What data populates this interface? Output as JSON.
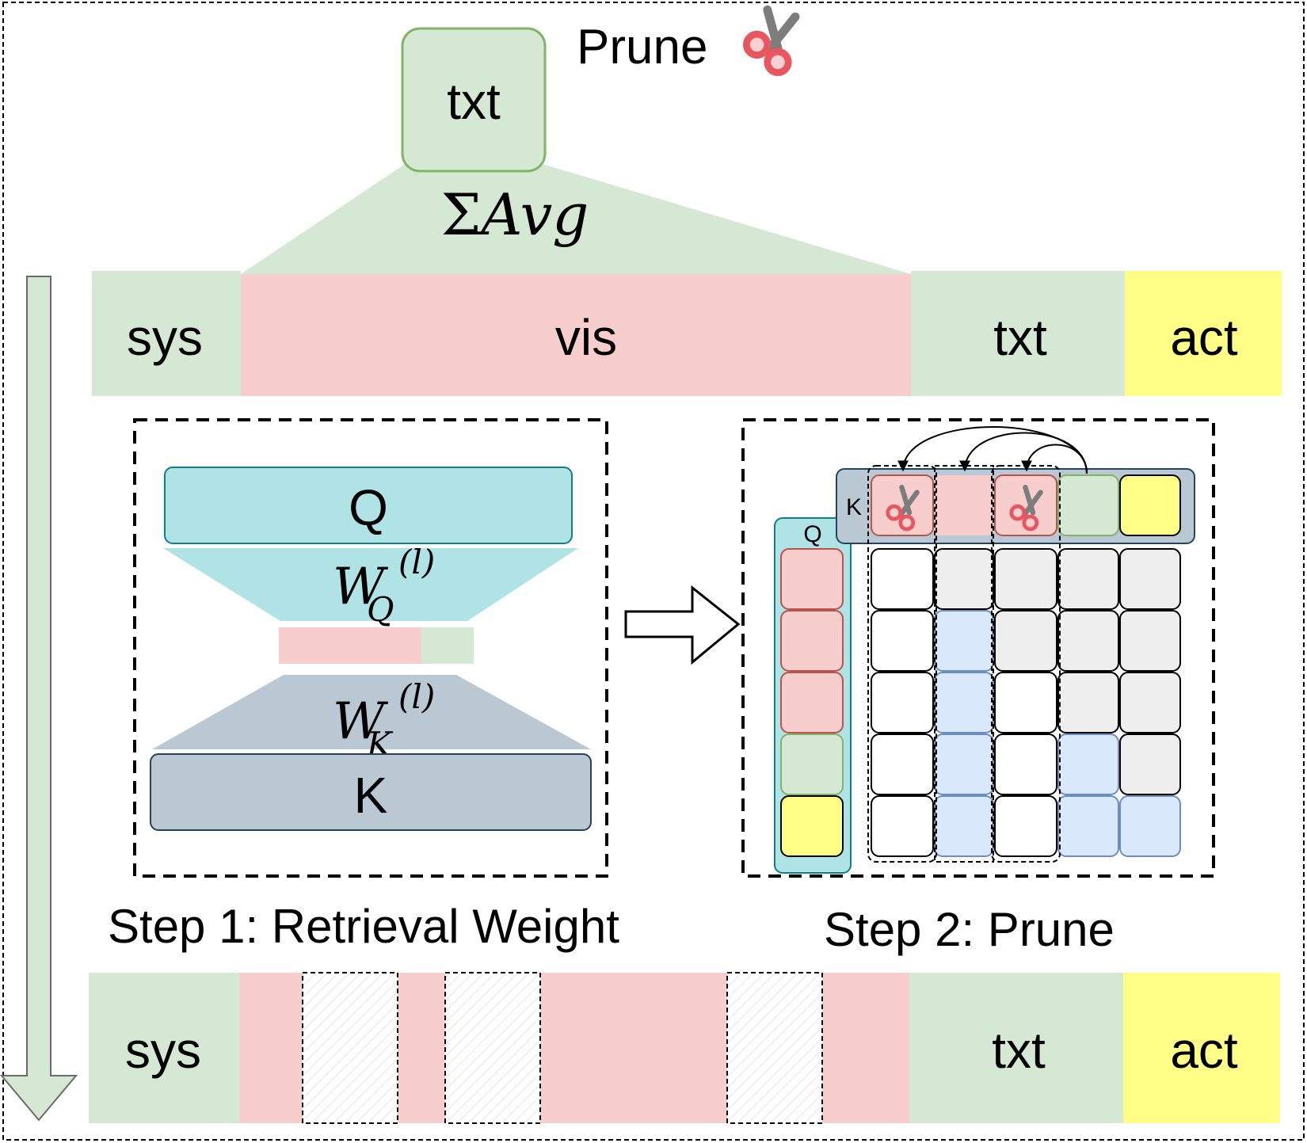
{
  "colors": {
    "green_fill": "#d5e8d4",
    "green_stroke": "#82b366",
    "red_fill": "#f8cecc",
    "red_stroke": "#b85450",
    "yellow_fill": "#ffff88",
    "teal_fill": "#b0e3e6",
    "teal_stroke": "#0e8088",
    "slate_fill": "#bac8d3",
    "slate_stroke": "#23445d",
    "blue_fill": "#dae8fc",
    "blue_stroke": "#6c8ebf",
    "gray_fill": "#eeeeee",
    "scissors_red": "#e8565f"
  },
  "header": {
    "prune_label": "Prune",
    "prune_icon": "scissors-icon"
  },
  "aggregate": {
    "token_label": "txt",
    "formula_sigma": "Σ",
    "formula_text": "Avg"
  },
  "top_sequence": {
    "sys": "sys",
    "vis": "vis",
    "txt": "txt",
    "act": "act"
  },
  "step1": {
    "q_label": "Q",
    "k_label": "K",
    "wq_main": "W",
    "wq_sub": "Q",
    "wq_sup": "(l)",
    "wk_main": "W",
    "wk_sub": "K",
    "wk_sup": "(l)",
    "caption": "Step 1: Retrieval Weight"
  },
  "step2": {
    "k_label": "K",
    "q_label": "Q",
    "caption": "Step 2: Prune",
    "pruned_columns": [
      1,
      3
    ],
    "matrix_rows": 5,
    "matrix_cols": 5
  },
  "bottom_sequence": {
    "sys": "sys",
    "txt": "txt",
    "act": "act",
    "pruned_slots": 3
  }
}
